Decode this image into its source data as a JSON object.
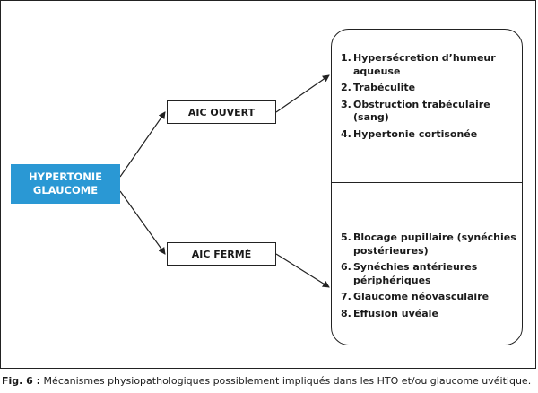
{
  "root": {
    "line1": "HYPERTONIE",
    "line2": "GLAUCOME"
  },
  "branches": {
    "open": "AIC OUVERT",
    "closed": "AIC FERMÉ"
  },
  "list_open": [
    {
      "num": "1.",
      "text": "Hypersécretion d’humeur aqueuse"
    },
    {
      "num": "2.",
      "text": "Trabéculite"
    },
    {
      "num": "3.",
      "text": "Obstruction trabéculaire (sang)"
    },
    {
      "num": "4.",
      "text": "Hypertonie cortisonée"
    }
  ],
  "list_closed": [
    {
      "num": "5.",
      "text": "Blocage pupillaire (synéchies postérieures)"
    },
    {
      "num": "6.",
      "text": "Synéchies antérieures périphériques"
    },
    {
      "num": "7.",
      "text": "Glaucome néovasculaire"
    },
    {
      "num": "8.",
      "text": "Effusion uvéale"
    }
  ],
  "caption": {
    "label": "Fig. 6 :",
    "text": " Mécanismes physiopathologiques possiblement impliqués dans les HTO et/ou glaucome uvéitique."
  },
  "colors": {
    "root_fill": "#2a98d4",
    "stroke": "#222222"
  }
}
